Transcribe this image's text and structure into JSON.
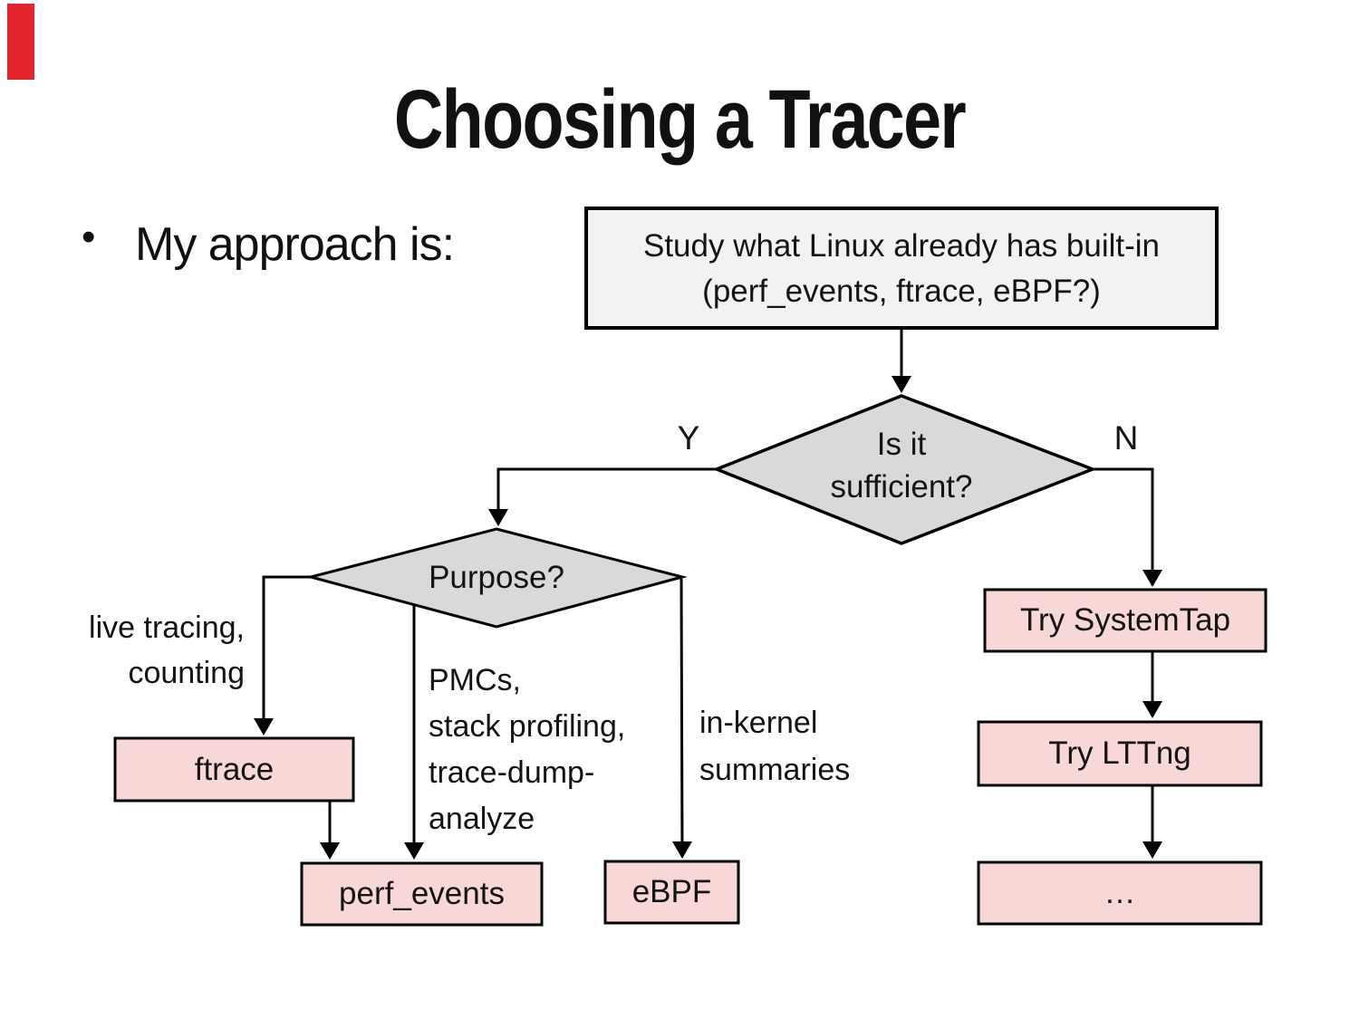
{
  "slide": {
    "title": "Choosing a Tracer",
    "bullet_marker": "•",
    "bullet": "My approach is:",
    "corner_marker_color": "#e3262e",
    "background_color": "#ffffff"
  },
  "flowchart": {
    "colors": {
      "process_fill": "#f2f2f2",
      "decision_fill": "#d9d9d9",
      "result_fill": "#f8d7d7",
      "stroke": "#000000"
    },
    "nodes": {
      "start": {
        "label": "Study what Linux already has built-in\n(perf_events, ftrace, eBPF?)"
      },
      "decision_sufficient": {
        "label": "Is it\nsufficient?",
        "yes_label": "Y",
        "no_label": "N"
      },
      "decision_purpose": {
        "label": "Purpose?"
      },
      "ftrace": {
        "label": "ftrace",
        "branch_label": "live tracing,\ncounting"
      },
      "perf_events": {
        "label": "perf_events",
        "branch_label": "PMCs,\nstack profiling,\ntrace-dump-\nanalyze"
      },
      "ebpf": {
        "label": "eBPF",
        "branch_label": "in-kernel\nsummaries"
      },
      "systemtap": {
        "label": "Try SystemTap"
      },
      "lttng": {
        "label": "Try LTTng"
      },
      "more": {
        "label": "…"
      }
    }
  }
}
